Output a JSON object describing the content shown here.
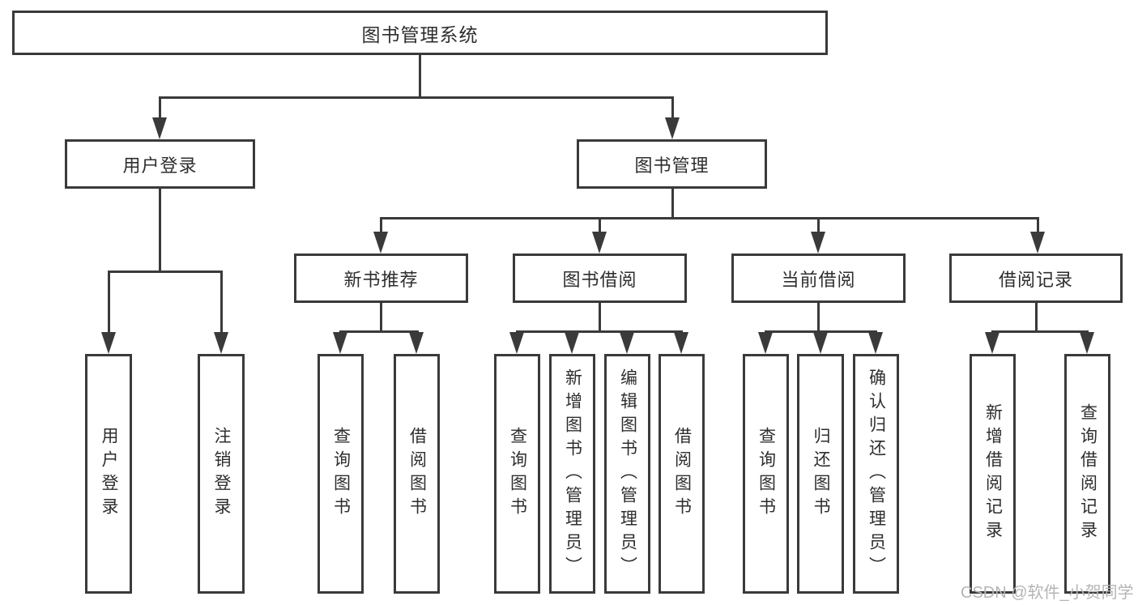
{
  "diagram": {
    "tree": {
      "label": "图书管理系统",
      "children": [
        {
          "label": "用户登录",
          "children": [
            {
              "label": "用户登录"
            },
            {
              "label": "注销登录"
            }
          ]
        },
        {
          "label": "图书管理",
          "children": [
            {
              "label": "新书推荐",
              "children": [
                {
                  "label": "查询图书"
                },
                {
                  "label": "借阅图书"
                }
              ]
            },
            {
              "label": "图书借阅",
              "children": [
                {
                  "label": "查询图书"
                },
                {
                  "label": "新增图书（管理员）"
                },
                {
                  "label": "编辑图书（管理员）"
                },
                {
                  "label": "借阅图书"
                }
              ]
            },
            {
              "label": "当前借阅",
              "children": [
                {
                  "label": "查询图书"
                },
                {
                  "label": "归还图书"
                },
                {
                  "label": "确认归还（管理员）"
                }
              ]
            },
            {
              "label": "借阅记录",
              "children": [
                {
                  "label": "新增借阅记录"
                },
                {
                  "label": "查询借阅记录"
                }
              ]
            }
          ]
        }
      ]
    }
  },
  "watermark": {
    "text": "CSDN @软件_小贺同学"
  },
  "colors": {
    "line": "#3a3a3a",
    "text": "#2e2e2e",
    "watermark": "#b5b5b5",
    "background": "#ffffff"
  }
}
